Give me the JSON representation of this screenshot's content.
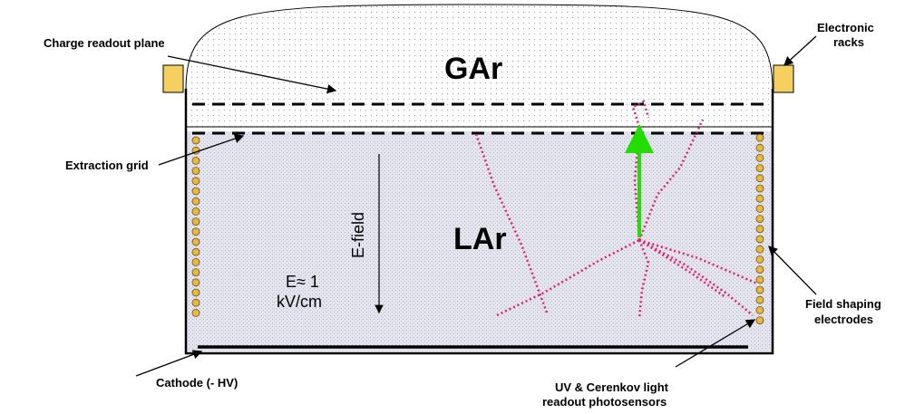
{
  "labels": {
    "charge_readout_plane": "Charge readout plane",
    "electronic_racks_line1": "Electronic",
    "electronic_racks_line2": "racks",
    "extraction_grid": "Extraction grid",
    "field_shaping_line1": "Field shaping",
    "field_shaping_line2": "electrodes",
    "cathode": "Cathode (- HV)",
    "photosensors_line1": "UV & Cerenkov light",
    "photosensors_line2": "readout  photosensors",
    "gar": "GAr",
    "lar": "LAr",
    "efield": "E-field",
    "e_value_line1": "E≈ 1",
    "e_value_line2": "kV/cm"
  },
  "colors": {
    "tracks": "#e0206e",
    "drift_arrow": "#22dd00",
    "racks": "#f5d060",
    "electrodes": "#e8b840",
    "liquid_fill": "#dcdde8"
  }
}
